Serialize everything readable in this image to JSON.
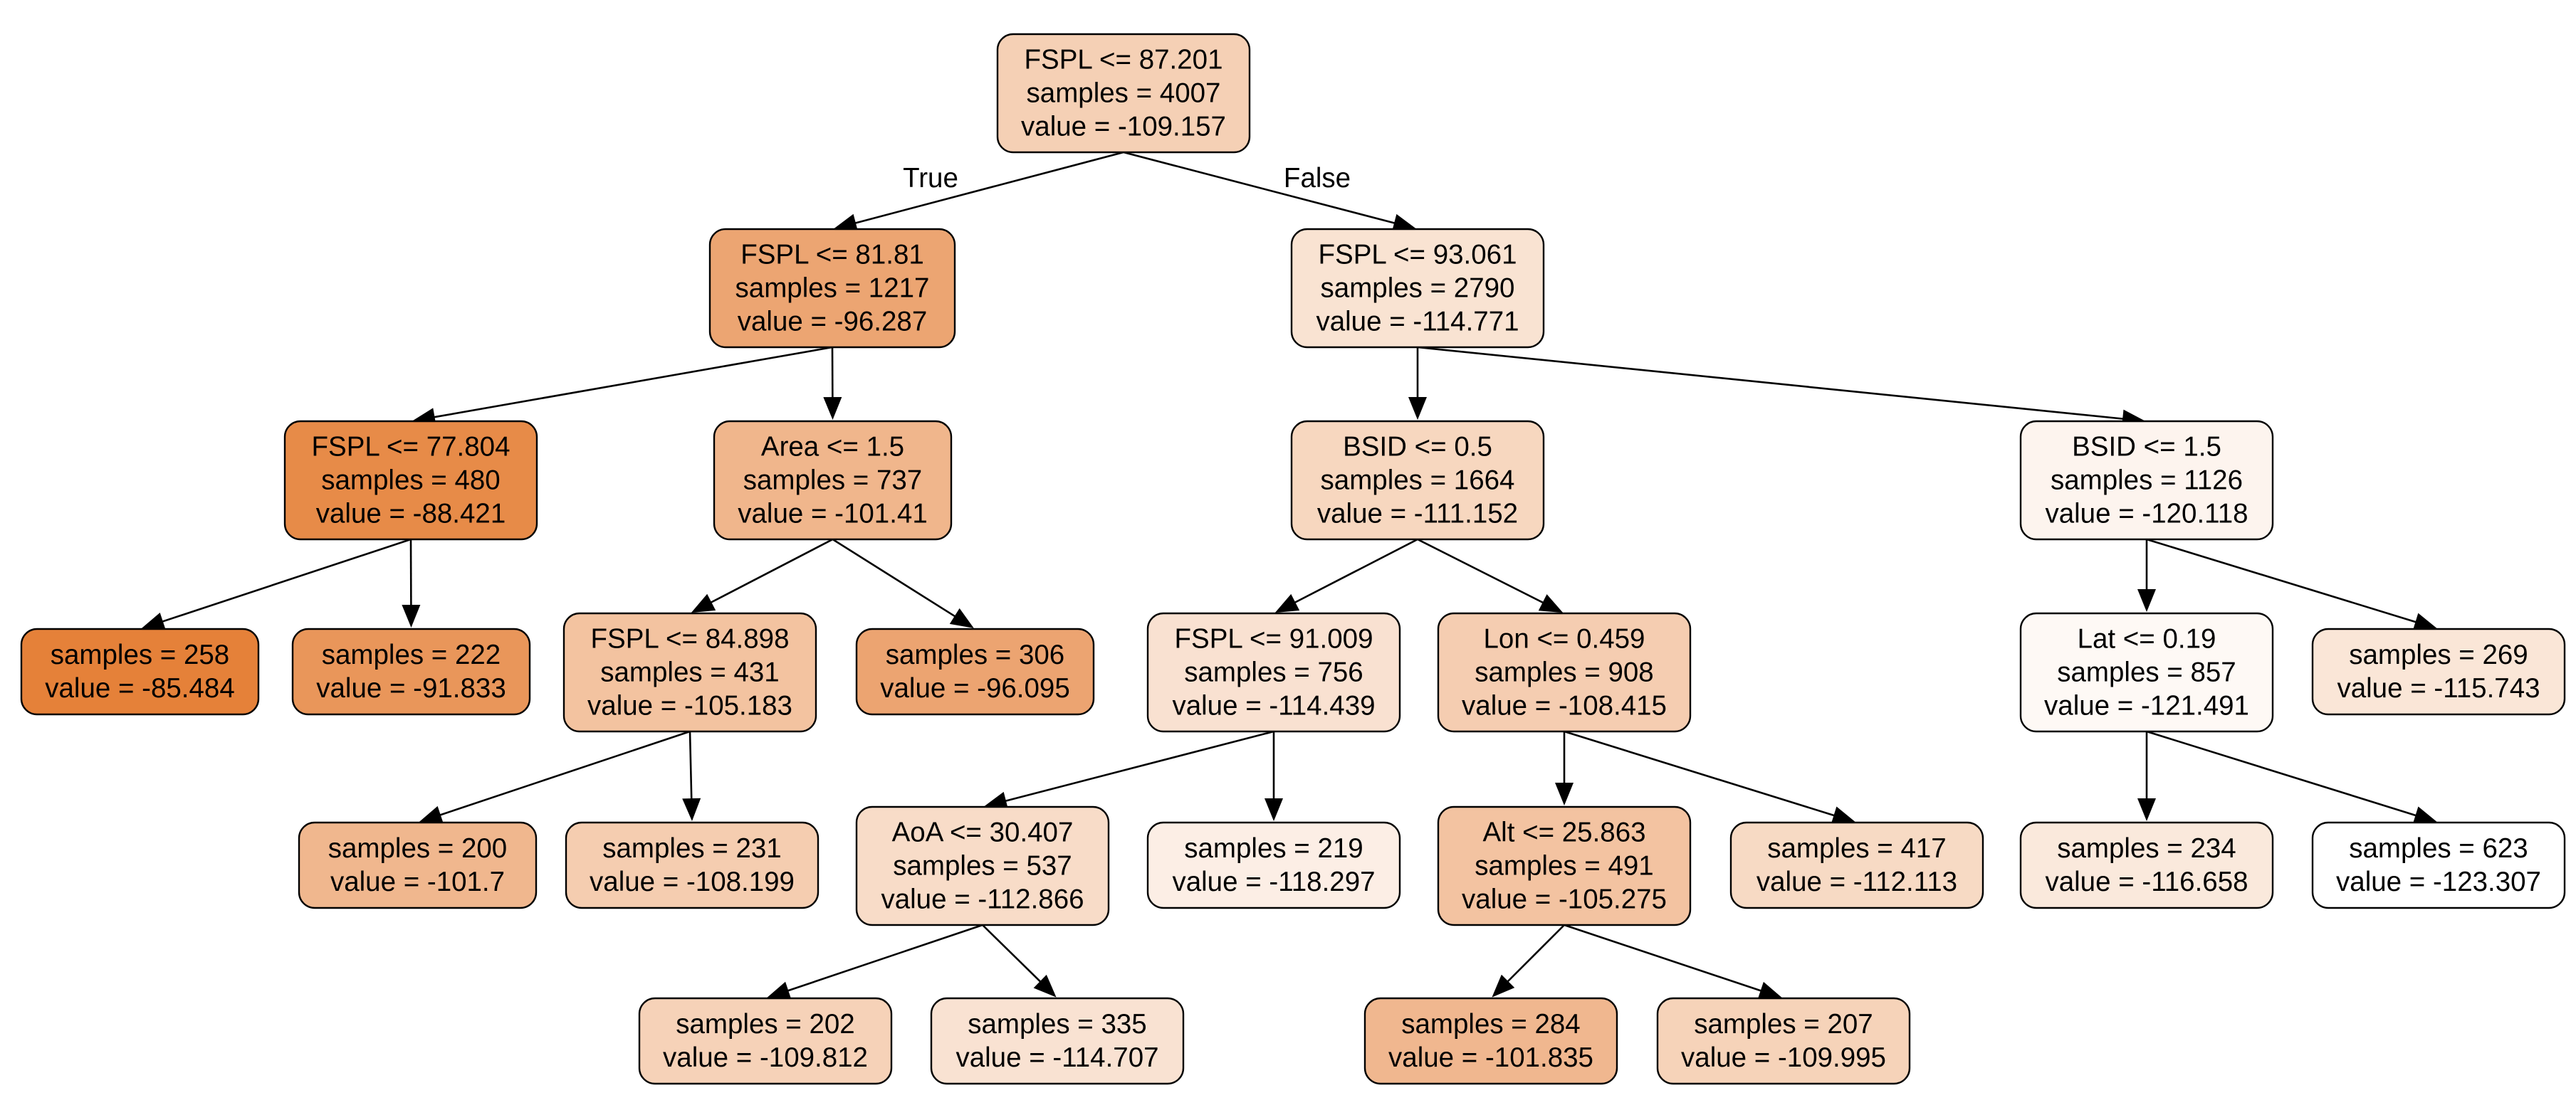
{
  "diagram": {
    "type": "decision-tree",
    "color_low": "#ffffff",
    "color_high": "#e58139",
    "edge_labels": {
      "left": "True",
      "right": "False"
    },
    "nodes": [
      {
        "id": "n0",
        "lines": [
          "FSPL <= 87.201",
          "samples = 4007",
          "value = -109.157"
        ],
        "value": -109.157
      },
      {
        "id": "n1",
        "lines": [
          "FSPL <= 81.81",
          "samples = 1217",
          "value = -96.287"
        ],
        "value": -96.287
      },
      {
        "id": "n2",
        "lines": [
          "FSPL <= 93.061",
          "samples = 2790",
          "value = -114.771"
        ],
        "value": -114.771
      },
      {
        "id": "n3",
        "lines": [
          "FSPL <= 77.804",
          "samples = 480",
          "value = -88.421"
        ],
        "value": -88.421
      },
      {
        "id": "n4",
        "lines": [
          "Area <= 1.5",
          "samples = 737",
          "value = -101.41"
        ],
        "value": -101.41
      },
      {
        "id": "n5",
        "lines": [
          "BSID <= 0.5",
          "samples = 1664",
          "value = -111.152"
        ],
        "value": -111.152
      },
      {
        "id": "n6",
        "lines": [
          "BSID <= 1.5",
          "samples = 1126",
          "value = -120.118"
        ],
        "value": -120.118
      },
      {
        "id": "n7",
        "lines": [
          "samples = 258",
          "value = -85.484"
        ],
        "value": -85.484
      },
      {
        "id": "n8",
        "lines": [
          "samples = 222",
          "value = -91.833"
        ],
        "value": -91.833
      },
      {
        "id": "n9",
        "lines": [
          "FSPL <= 84.898",
          "samples = 431",
          "value = -105.183"
        ],
        "value": -105.183
      },
      {
        "id": "n10",
        "lines": [
          "samples = 306",
          "value = -96.095"
        ],
        "value": -96.095
      },
      {
        "id": "n11",
        "lines": [
          "FSPL <= 91.009",
          "samples = 756",
          "value = -114.439"
        ],
        "value": -114.439
      },
      {
        "id": "n12",
        "lines": [
          "Lon <= 0.459",
          "samples = 908",
          "value = -108.415"
        ],
        "value": -108.415
      },
      {
        "id": "n13",
        "lines": [
          "Lat <= 0.19",
          "samples = 857",
          "value = -121.491"
        ],
        "value": -121.491
      },
      {
        "id": "n14",
        "lines": [
          "samples = 269",
          "value = -115.743"
        ],
        "value": -115.743
      },
      {
        "id": "n15",
        "lines": [
          "samples = 200",
          "value = -101.7"
        ],
        "value": -101.7
      },
      {
        "id": "n16",
        "lines": [
          "samples = 231",
          "value = -108.199"
        ],
        "value": -108.199
      },
      {
        "id": "n17",
        "lines": [
          "AoA <= 30.407",
          "samples = 537",
          "value = -112.866"
        ],
        "value": -112.866
      },
      {
        "id": "n18",
        "lines": [
          "samples = 219",
          "value = -118.297"
        ],
        "value": -118.297
      },
      {
        "id": "n19",
        "lines": [
          "Alt <= 25.863",
          "samples = 491",
          "value = -105.275"
        ],
        "value": -105.275
      },
      {
        "id": "n20",
        "lines": [
          "samples = 417",
          "value = -112.113"
        ],
        "value": -112.113
      },
      {
        "id": "n21",
        "lines": [
          "samples = 234",
          "value = -116.658"
        ],
        "value": -116.658
      },
      {
        "id": "n22",
        "lines": [
          "samples = 623",
          "value = -123.307"
        ],
        "value": -123.307
      },
      {
        "id": "n23",
        "lines": [
          "samples = 202",
          "value = -109.812"
        ],
        "value": -109.812
      },
      {
        "id": "n24",
        "lines": [
          "samples = 335",
          "value = -114.707"
        ],
        "value": -114.707
      },
      {
        "id": "n25",
        "lines": [
          "samples = 284",
          "value = -101.835"
        ],
        "value": -101.835
      },
      {
        "id": "n26",
        "lines": [
          "samples = 207",
          "value = -109.995"
        ],
        "value": -109.995
      }
    ],
    "edges": [
      {
        "from": "n0",
        "to": "n1",
        "label": "True"
      },
      {
        "from": "n0",
        "to": "n2",
        "label": "False"
      },
      {
        "from": "n1",
        "to": "n3"
      },
      {
        "from": "n1",
        "to": "n4"
      },
      {
        "from": "n2",
        "to": "n5"
      },
      {
        "from": "n2",
        "to": "n6"
      },
      {
        "from": "n3",
        "to": "n7"
      },
      {
        "from": "n3",
        "to": "n8"
      },
      {
        "from": "n4",
        "to": "n9"
      },
      {
        "from": "n4",
        "to": "n10"
      },
      {
        "from": "n5",
        "to": "n11"
      },
      {
        "from": "n5",
        "to": "n12"
      },
      {
        "from": "n6",
        "to": "n13"
      },
      {
        "from": "n6",
        "to": "n14"
      },
      {
        "from": "n9",
        "to": "n15"
      },
      {
        "from": "n9",
        "to": "n16"
      },
      {
        "from": "n11",
        "to": "n17"
      },
      {
        "from": "n11",
        "to": "n18"
      },
      {
        "from": "n12",
        "to": "n19"
      },
      {
        "from": "n12",
        "to": "n20"
      },
      {
        "from": "n13",
        "to": "n21"
      },
      {
        "from": "n13",
        "to": "n22"
      },
      {
        "from": "n17",
        "to": "n23"
      },
      {
        "from": "n17",
        "to": "n24"
      },
      {
        "from": "n19",
        "to": "n25"
      },
      {
        "from": "n19",
        "to": "n26"
      }
    ]
  }
}
